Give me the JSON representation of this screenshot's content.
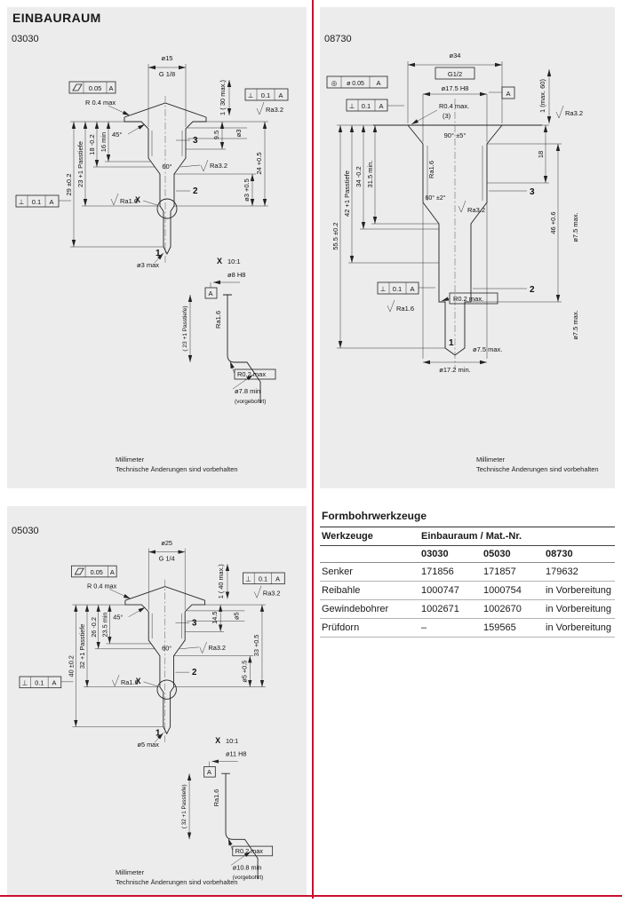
{
  "page": {
    "title": "EINBAURAUM",
    "footer": {
      "line1": "Millimeter",
      "line2": "Technische Änderungen sind vorbehalten"
    },
    "accent_color": "#c8102e",
    "panel_color": "#ececec"
  },
  "drawings": {
    "d03030": {
      "code": "03030",
      "labels": {
        "dia_top": "ø15",
        "thread": "G 1/8",
        "tol_value": "0.05",
        "tol_datum": "A",
        "radius_top": "R 0.4 max",
        "depth_note": "1 ( 30 max.)",
        "perp_sym": "⊥",
        "perp_value": "0.1",
        "perp_datum": "A",
        "ra_top": "Ra3.2",
        "angle_chamfer": "45°",
        "zone3": "3",
        "dim_right1": "9.5",
        "dia_port": "ø3",
        "dia_seal": "ø3 +0.5",
        "dim_right2": "24 +0.5",
        "dim_thread_min": "16 min",
        "dim_thread": "18 -0.2",
        "dim_passtiefe": "23 +1 Passtiefe",
        "dim_total": "29 ±0.2",
        "angle_cone": "60°",
        "ra_cone": "Ra3.2",
        "zone2": "2",
        "perp2_sym": "⊥",
        "perp2_value": "0.1",
        "perp2_datum": "A",
        "ra_bore": "Ra1.6",
        "detail_mark": "X",
        "zone1": "1",
        "dia_bottom": "ø3 max",
        "detail_title_x": "X",
        "detail_scale": "10:1",
        "detail_dia": "ø8 H8",
        "detail_datum": "A",
        "detail_ra": "Ra1.6",
        "detail_passtiefe": "( 23 +1 Passtiefe)",
        "detail_radius": "R0.2 max",
        "detail_dia_min": "ø7.8 min",
        "detail_note": "(vorgebohrt)"
      }
    },
    "d05030": {
      "code": "05030",
      "labels": {
        "dia_top": "ø25",
        "thread": "G 1/4",
        "tol_value": "0.05",
        "tol_datum": "A",
        "radius_top": "R 0.4 max",
        "depth_note": "1 ( 40 max.)",
        "perp_sym": "⊥",
        "perp_value": "0.1",
        "perp_datum": "A",
        "ra_top": "Ra3.2",
        "angle_chamfer": "45°",
        "zone3": "3",
        "dim_right1": "14.5",
        "dia_port": "ø5",
        "dia_seal": "ø5 +0.5",
        "dim_right2": "33 +0.5",
        "dim_thread_min": "23.5 min",
        "dim_thread": "26 -0.2",
        "dim_passtiefe": "32 +1 Passtiefe",
        "dim_total": "40 ±0.2",
        "angle_cone": "60°",
        "ra_cone": "Ra3.2",
        "zone2": "2",
        "perp2_sym": "⊥",
        "perp2_value": "0.1",
        "perp2_datum": "A",
        "ra_bore": "Ra1.6",
        "detail_mark": "X",
        "zone1": "1",
        "dia_bottom": "ø5 max",
        "detail_title_x": "X",
        "detail_scale": "10:1",
        "detail_dia": "ø11 H8",
        "detail_datum": "A",
        "detail_ra": "Ra1.6",
        "detail_passtiefe": "( 32 +1 Passtiefe)",
        "detail_radius": "R0.2 max",
        "detail_dia_min": "ø10.8 min",
        "detail_note": "(vorgebohrt)"
      }
    },
    "d08730": {
      "code": "08730",
      "labels": {
        "dia_top": "ø34",
        "thread": "G1/2",
        "tol_sym": "◎",
        "tol_value": "ø 0.05",
        "tol_datum": "A",
        "dia_fit": "ø17.5 H8",
        "datum": "A",
        "perp_sym": "⊥",
        "perp_value": "0.1",
        "perp_datum": "A",
        "radius_top": "R0.4 max.",
        "radius_note": "(3)",
        "depth_note": "1 (max. 60)",
        "ra_top": "Ra3.2",
        "angle_mouth": "90° ±5°",
        "ra_fit": "Ra1.6",
        "zone3": "3",
        "dim_18": "18",
        "angle_cone": "60° ±2°",
        "ra_cone": "Ra3.2",
        "dim_46": "46 +0.6",
        "dia_right1": "ø7.5 max.",
        "zone2": "2",
        "dia_right2": "ø7.5 max.",
        "perp2_sym": "⊥",
        "perp2_value": "0.1",
        "perp2_datum": "A",
        "radius_bottom": "R0.2 max.",
        "ra_bottom": "Ra1.6",
        "zone1": "1",
        "dia_pilot": "ø7.5 max.",
        "dia_predrill": "ø17.2 min.",
        "dim_315": "31.5 min.",
        "dim_34": "34 -0.2",
        "dim_passtiefe": "42 +1 Passtiefe",
        "dim_total": "55.5 ±0.2"
      }
    }
  },
  "table": {
    "title": "Formbohrwerkzeuge",
    "header_col1": "Werkzeuge",
    "header_col2": "Einbauraum / Mat.-Nr.",
    "subheaders": {
      "c1": "03030",
      "c2": "05030",
      "c3": "08730"
    },
    "rows": [
      {
        "name": "Senker",
        "v1": "171856",
        "v2": "171857",
        "v3": "179632"
      },
      {
        "name": "Reibahle",
        "v1": "1000747",
        "v2": "1000754",
        "v3": "in Vorbereitung"
      },
      {
        "name": "Gewindebohrer",
        "v1": "1002671",
        "v2": "1002670",
        "v3": "in Vorbereitung"
      },
      {
        "name": "Prüfdorn",
        "v1": "–",
        "v2": "159565",
        "v3": "in Vorbereitung"
      }
    ]
  }
}
